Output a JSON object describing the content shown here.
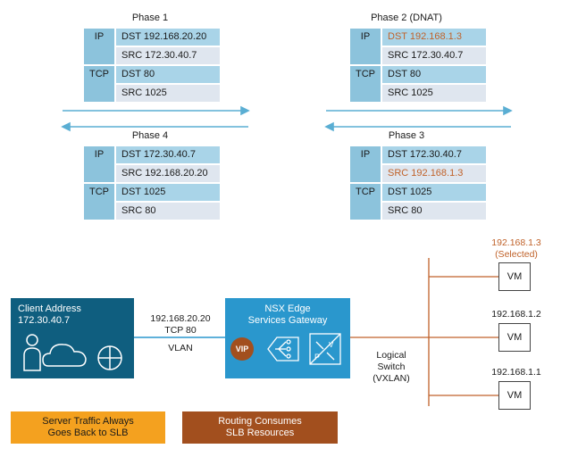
{
  "phases": [
    {
      "title": "Phase 1",
      "ip_dst": "DST 192.168.20.20",
      "ip_src": "SRC 172.30.40.7",
      "tcp_dst": "DST 80",
      "tcp_src": "SRC 1025"
    },
    {
      "title": "Phase 2 (DNAT)",
      "ip_dst": "DST 192.168.1.3",
      "ip_src": "SRC 172.30.40.7",
      "tcp_dst": "DST 80",
      "tcp_src": "SRC 1025"
    },
    {
      "title": "Phase 4",
      "ip_dst": "DST 172.30.40.7",
      "ip_src": "SRC 192.168.20.20",
      "tcp_dst": "DST 1025",
      "tcp_src": "SRC 80"
    },
    {
      "title": "Phase 3",
      "ip_dst": "DST 172.30.40.7",
      "ip_src": "SRC 192.168.1.3",
      "tcp_dst": "DST 1025",
      "tcp_src": "SRC 80"
    }
  ],
  "proto": {
    "ip": "IP",
    "tcp": "TCP"
  },
  "client": {
    "line1": "Client Address",
    "line2": "172.30.40.7"
  },
  "edge": {
    "line1": "NSX Edge",
    "line2": "Services Gateway",
    "vip": "VIP"
  },
  "link": {
    "addr": "192.168.20.20",
    "port": "TCP 80",
    "vlan": "VLAN"
  },
  "logical_switch": {
    "line1": "Logical",
    "line2": "Switch",
    "line3": "(VXLAN)"
  },
  "vms": [
    {
      "ip": "192.168.1.3",
      "note": "(Selected)",
      "label": "VM"
    },
    {
      "ip": "192.168.1.2",
      "label": "VM"
    },
    {
      "ip": "192.168.1.1",
      "label": "VM"
    }
  ],
  "notes": {
    "orange": [
      "Server Traffic Always",
      "Goes Back to SLB"
    ],
    "brown": [
      "Routing Consumes",
      "SLB Resources"
    ]
  },
  "colors": {
    "client_box": "#0f5e7f",
    "edge_box": "#2a97cd",
    "orange": "#f4a11f",
    "brown": "#a24f1e",
    "accent": "#c0622a",
    "arrow": "#5aaed3"
  }
}
